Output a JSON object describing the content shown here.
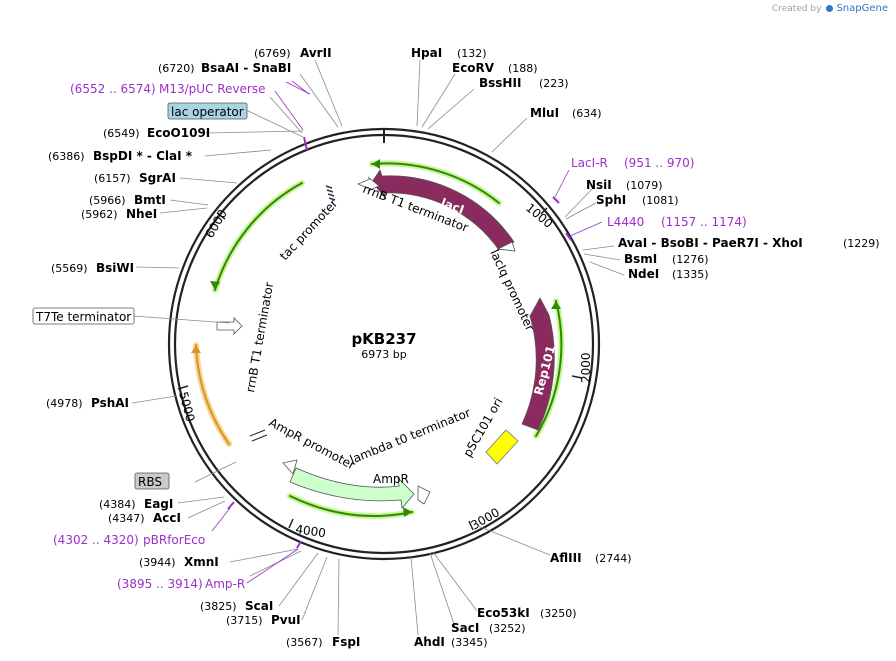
{
  "credit": {
    "text": "Created by",
    "brand": "SnapGene"
  },
  "plasmid": {
    "name": "pKB237",
    "size_label": "6973 bp",
    "length_bp": 6973
  },
  "map_colors": {
    "backbone": "#222222",
    "lacI": "#8b2a5e",
    "rep101": "#8b2a5e",
    "ori": "#ffff00",
    "ampR": "#ccffcc",
    "promoter_fill": "#ffffff",
    "orf_green": "#2e8b00",
    "orf_glow": "#b8f08a",
    "orf_orange": "#d99520",
    "primer": "#9b30c8"
  },
  "ticks": [
    "1000",
    "2000",
    "3000",
    "4000",
    "5000",
    "6000"
  ],
  "sites_left": [
    {
      "pos": "(6769)",
      "name": "AvrII"
    },
    {
      "pos": "(6720)",
      "name": "BsaAI  -  SnaBI"
    },
    {
      "pos": "(6549)",
      "name": "EcoO109I"
    },
    {
      "pos": "(6386)",
      "name": "BspDI *  -  ClaI *"
    },
    {
      "pos": "(6157)",
      "name": "SgrAI"
    },
    {
      "pos": "(5966)",
      "name": "BmtI"
    },
    {
      "pos": "(5962)",
      "name": "NheI"
    },
    {
      "pos": "(5569)",
      "name": "BsiWI"
    },
    {
      "pos": "(4978)",
      "name": "PshAI"
    },
    {
      "pos": "(4384)",
      "name": "EagI"
    },
    {
      "pos": "(4347)",
      "name": "AccI"
    },
    {
      "pos": "(3944)",
      "name": "XmnI"
    },
    {
      "pos": "(3825)",
      "name": "ScaI"
    },
    {
      "pos": "(3715)",
      "name": "PvuI"
    },
    {
      "pos": "(3567)",
      "name": "FspI"
    }
  ],
  "sites_right": [
    {
      "name": "HpaI",
      "pos": "(132)"
    },
    {
      "name": "EcoRV",
      "pos": "(188)"
    },
    {
      "name": "BssHII",
      "pos": "(223)"
    },
    {
      "name": "MluI",
      "pos": "(634)"
    },
    {
      "name": "NsiI",
      "pos": "(1079)"
    },
    {
      "name": "SphI",
      "pos": "(1081)"
    },
    {
      "name": "AvaI  -  BsoBI  -  PaeR7I  -  XhoI",
      "pos": "(1229)"
    },
    {
      "name": "BsmI",
      "pos": "(1276)"
    },
    {
      "name": "NdeI",
      "pos": "(1335)"
    },
    {
      "name": "AflIII",
      "pos": "(2744)"
    },
    {
      "name": "Eco53kI",
      "pos": "(3250)"
    },
    {
      "name": "SacI",
      "pos": "(3252)"
    },
    {
      "name": "AhdI",
      "pos": "(3345)"
    }
  ],
  "primers": [
    {
      "range": "(6552 .. 6574)",
      "name": "M13/pUC Reverse"
    },
    {
      "name": "LacI-R",
      "range": "(951 .. 970)"
    },
    {
      "name": "L4440",
      "range": "(1157 .. 1174)"
    },
    {
      "range": "(4302 .. 4320)",
      "name": "pBRforEco"
    },
    {
      "range": "(3895 .. 3914)",
      "name": "Amp-R"
    }
  ],
  "boxed_features": {
    "lac_operator": "lac operator",
    "t7te": "T7Te terminator",
    "rbs": "RBS"
  },
  "inner_features": {
    "lacI": "lacI",
    "rrnB_top": "rrnB T1 terminator",
    "lacIq": "lacIq promoter",
    "rep101": "Rep101",
    "psc101": "pSC101 ori",
    "lambda": "lambda t0 terminator",
    "ampR": "AmpR",
    "ampR_prom": "AmpR promoter",
    "rrnB_left": "rrnB T1 terminator",
    "tac": "tac promoter"
  }
}
